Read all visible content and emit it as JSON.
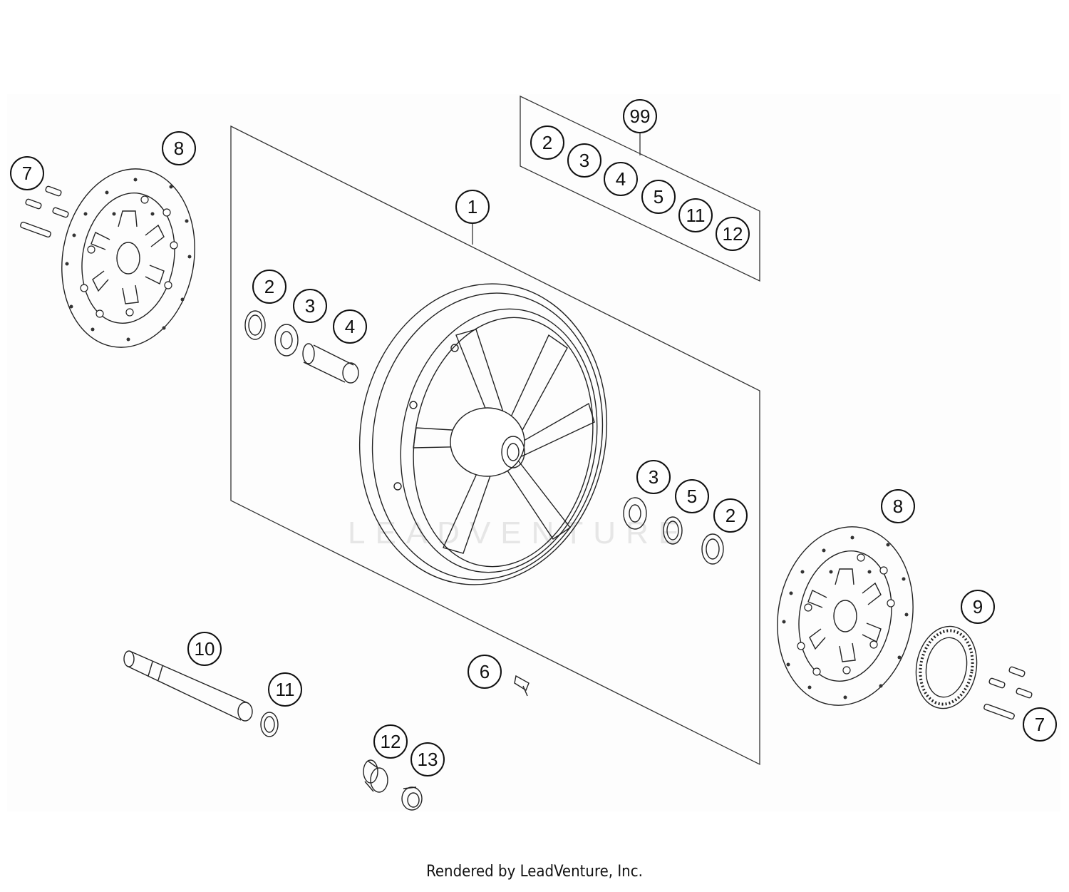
{
  "watermark": "LEADVENTURE",
  "footer": "Rendered by LeadVenture, Inc.",
  "kit": {
    "number": "99",
    "items": [
      "2",
      "3",
      "4",
      "5",
      "11",
      "12"
    ]
  },
  "callouts": {
    "wheel": "1",
    "seal_left": "2",
    "bearing_left": "3",
    "spacer": "4",
    "bearing_right": "3",
    "spacer_ring_right": "5",
    "seal_right": "2",
    "valve": "6",
    "screws_left": "7",
    "screws_right": "7",
    "disc_left": "8",
    "disc_right": "8",
    "pulse_ring": "9",
    "axle": "10",
    "axle_ring": "11",
    "bushing": "12",
    "cap": "13"
  }
}
